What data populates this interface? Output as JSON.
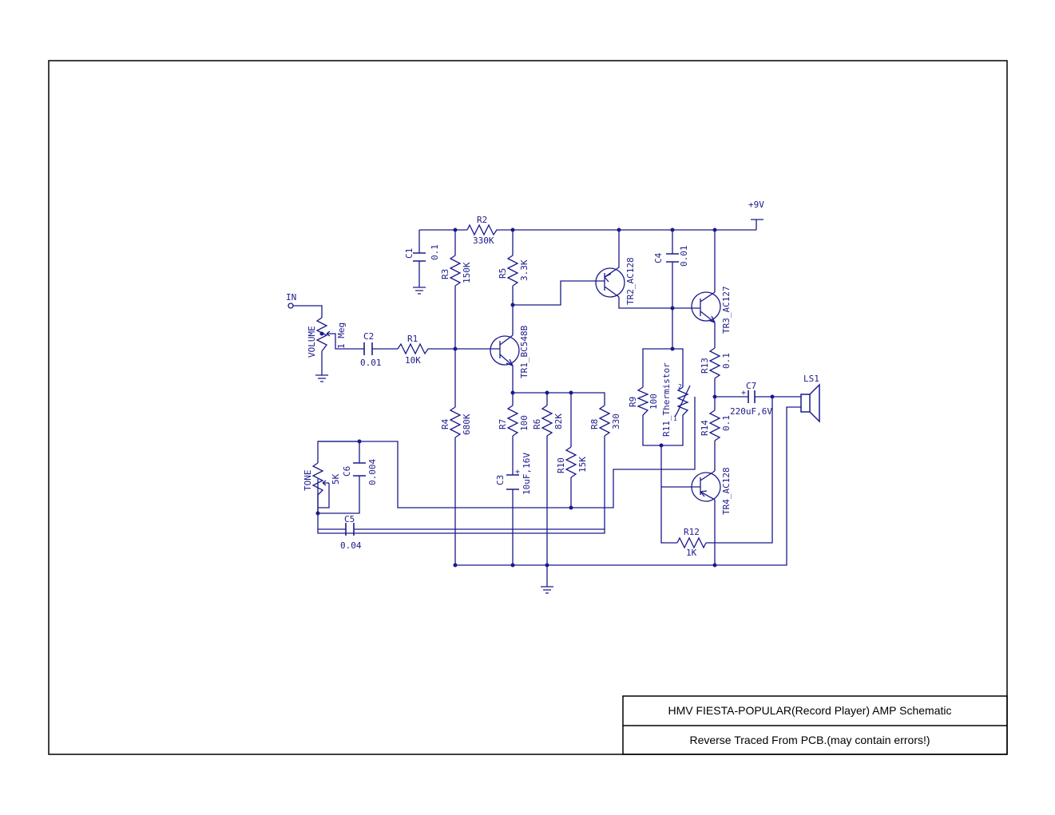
{
  "colors": {
    "border": "#000000",
    "schematic": "#1a1a8c",
    "background": "#ffffff"
  },
  "title_block": {
    "title": "HMV FIESTA-POPULAR(Record Player) AMP Schematic",
    "subtitle": "Reverse Traced From PCB.(may contain errors!)"
  },
  "nets": {
    "supply": "+9V",
    "input": "IN"
  },
  "components": {
    "R1": {
      "ref": "R1",
      "value": "10K"
    },
    "R2": {
      "ref": "R2",
      "value": "330K"
    },
    "R3": {
      "ref": "R3",
      "value": "150K"
    },
    "R4": {
      "ref": "R4",
      "value": "680K"
    },
    "R5": {
      "ref": "R5",
      "value": "3.3K"
    },
    "R6": {
      "ref": "R6",
      "value": "82K"
    },
    "R7": {
      "ref": "R7",
      "value": "100"
    },
    "R8": {
      "ref": "R8",
      "value": "330"
    },
    "R9": {
      "ref": "R9",
      "value": "100"
    },
    "R10": {
      "ref": "R10",
      "value": "15K"
    },
    "R11": {
      "ref": "R11_Thermistor",
      "pin1": "1",
      "pin2": "2"
    },
    "R12": {
      "ref": "R12",
      "value": "1K"
    },
    "R13": {
      "ref": "R13",
      "value": "0.1"
    },
    "R14": {
      "ref": "R14",
      "value": "0.1"
    },
    "C1": {
      "ref": "C1",
      "value": "0.1"
    },
    "C2": {
      "ref": "C2",
      "value": "0.01"
    },
    "C3": {
      "ref": "C3",
      "value": "10uF,16V",
      "polarity": "+"
    },
    "C4": {
      "ref": "C4",
      "value": "0.01"
    },
    "C5": {
      "ref": "C5",
      "value": "0.04"
    },
    "C6": {
      "ref": "C6",
      "value": "0.004"
    },
    "C7": {
      "ref": "C7",
      "value": "220uF,6V",
      "polarity": "+"
    },
    "TR1": {
      "ref": "TR1_BC548B"
    },
    "TR2": {
      "ref": "TR2_AC128"
    },
    "TR3": {
      "ref": "TR3_AC127"
    },
    "TR4": {
      "ref": "TR4_AC128"
    },
    "VOLUME": {
      "ref": "VOLUME",
      "value": "1 Meg"
    },
    "TONE": {
      "ref": "TONE",
      "value": "5K"
    },
    "LS1": {
      "ref": "LS1"
    }
  }
}
